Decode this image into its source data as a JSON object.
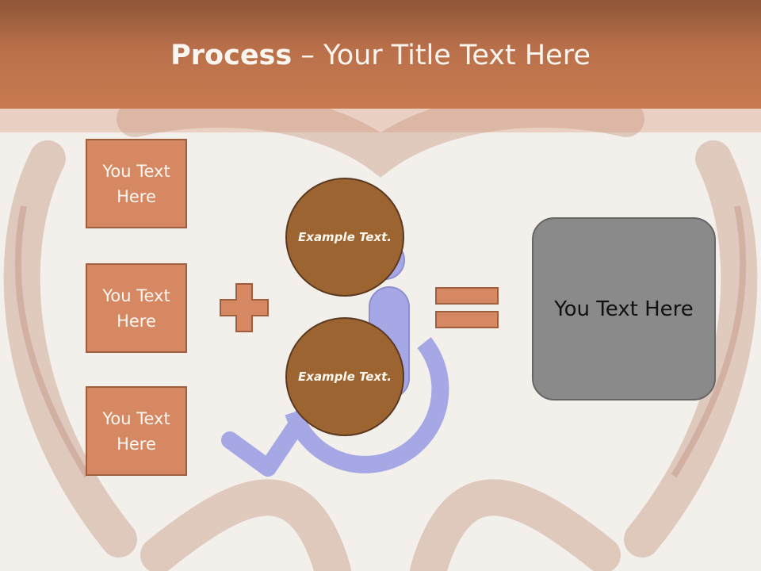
{
  "header": {
    "title_bold": "Process",
    "title_rest": " – Your Title Text Here"
  },
  "boxes": [
    {
      "label": "You Text Here"
    },
    {
      "label": "You Text Here"
    },
    {
      "label": "You Text Here"
    }
  ],
  "circles": [
    {
      "label": "Example Text."
    },
    {
      "label": "Example Text."
    }
  ],
  "result": {
    "label": "You Text Here"
  },
  "icons": {
    "plus": "plus-icon",
    "equals": "equals-icon",
    "background": "wheelchair-icon",
    "decoration": "heart-hands-background"
  },
  "colors": {
    "header": "#b9704a",
    "box_fill": "#d58862",
    "circle_fill": "#9b6430",
    "result_fill": "#8a8a8a",
    "wheelchair": "#a6a8e6"
  }
}
